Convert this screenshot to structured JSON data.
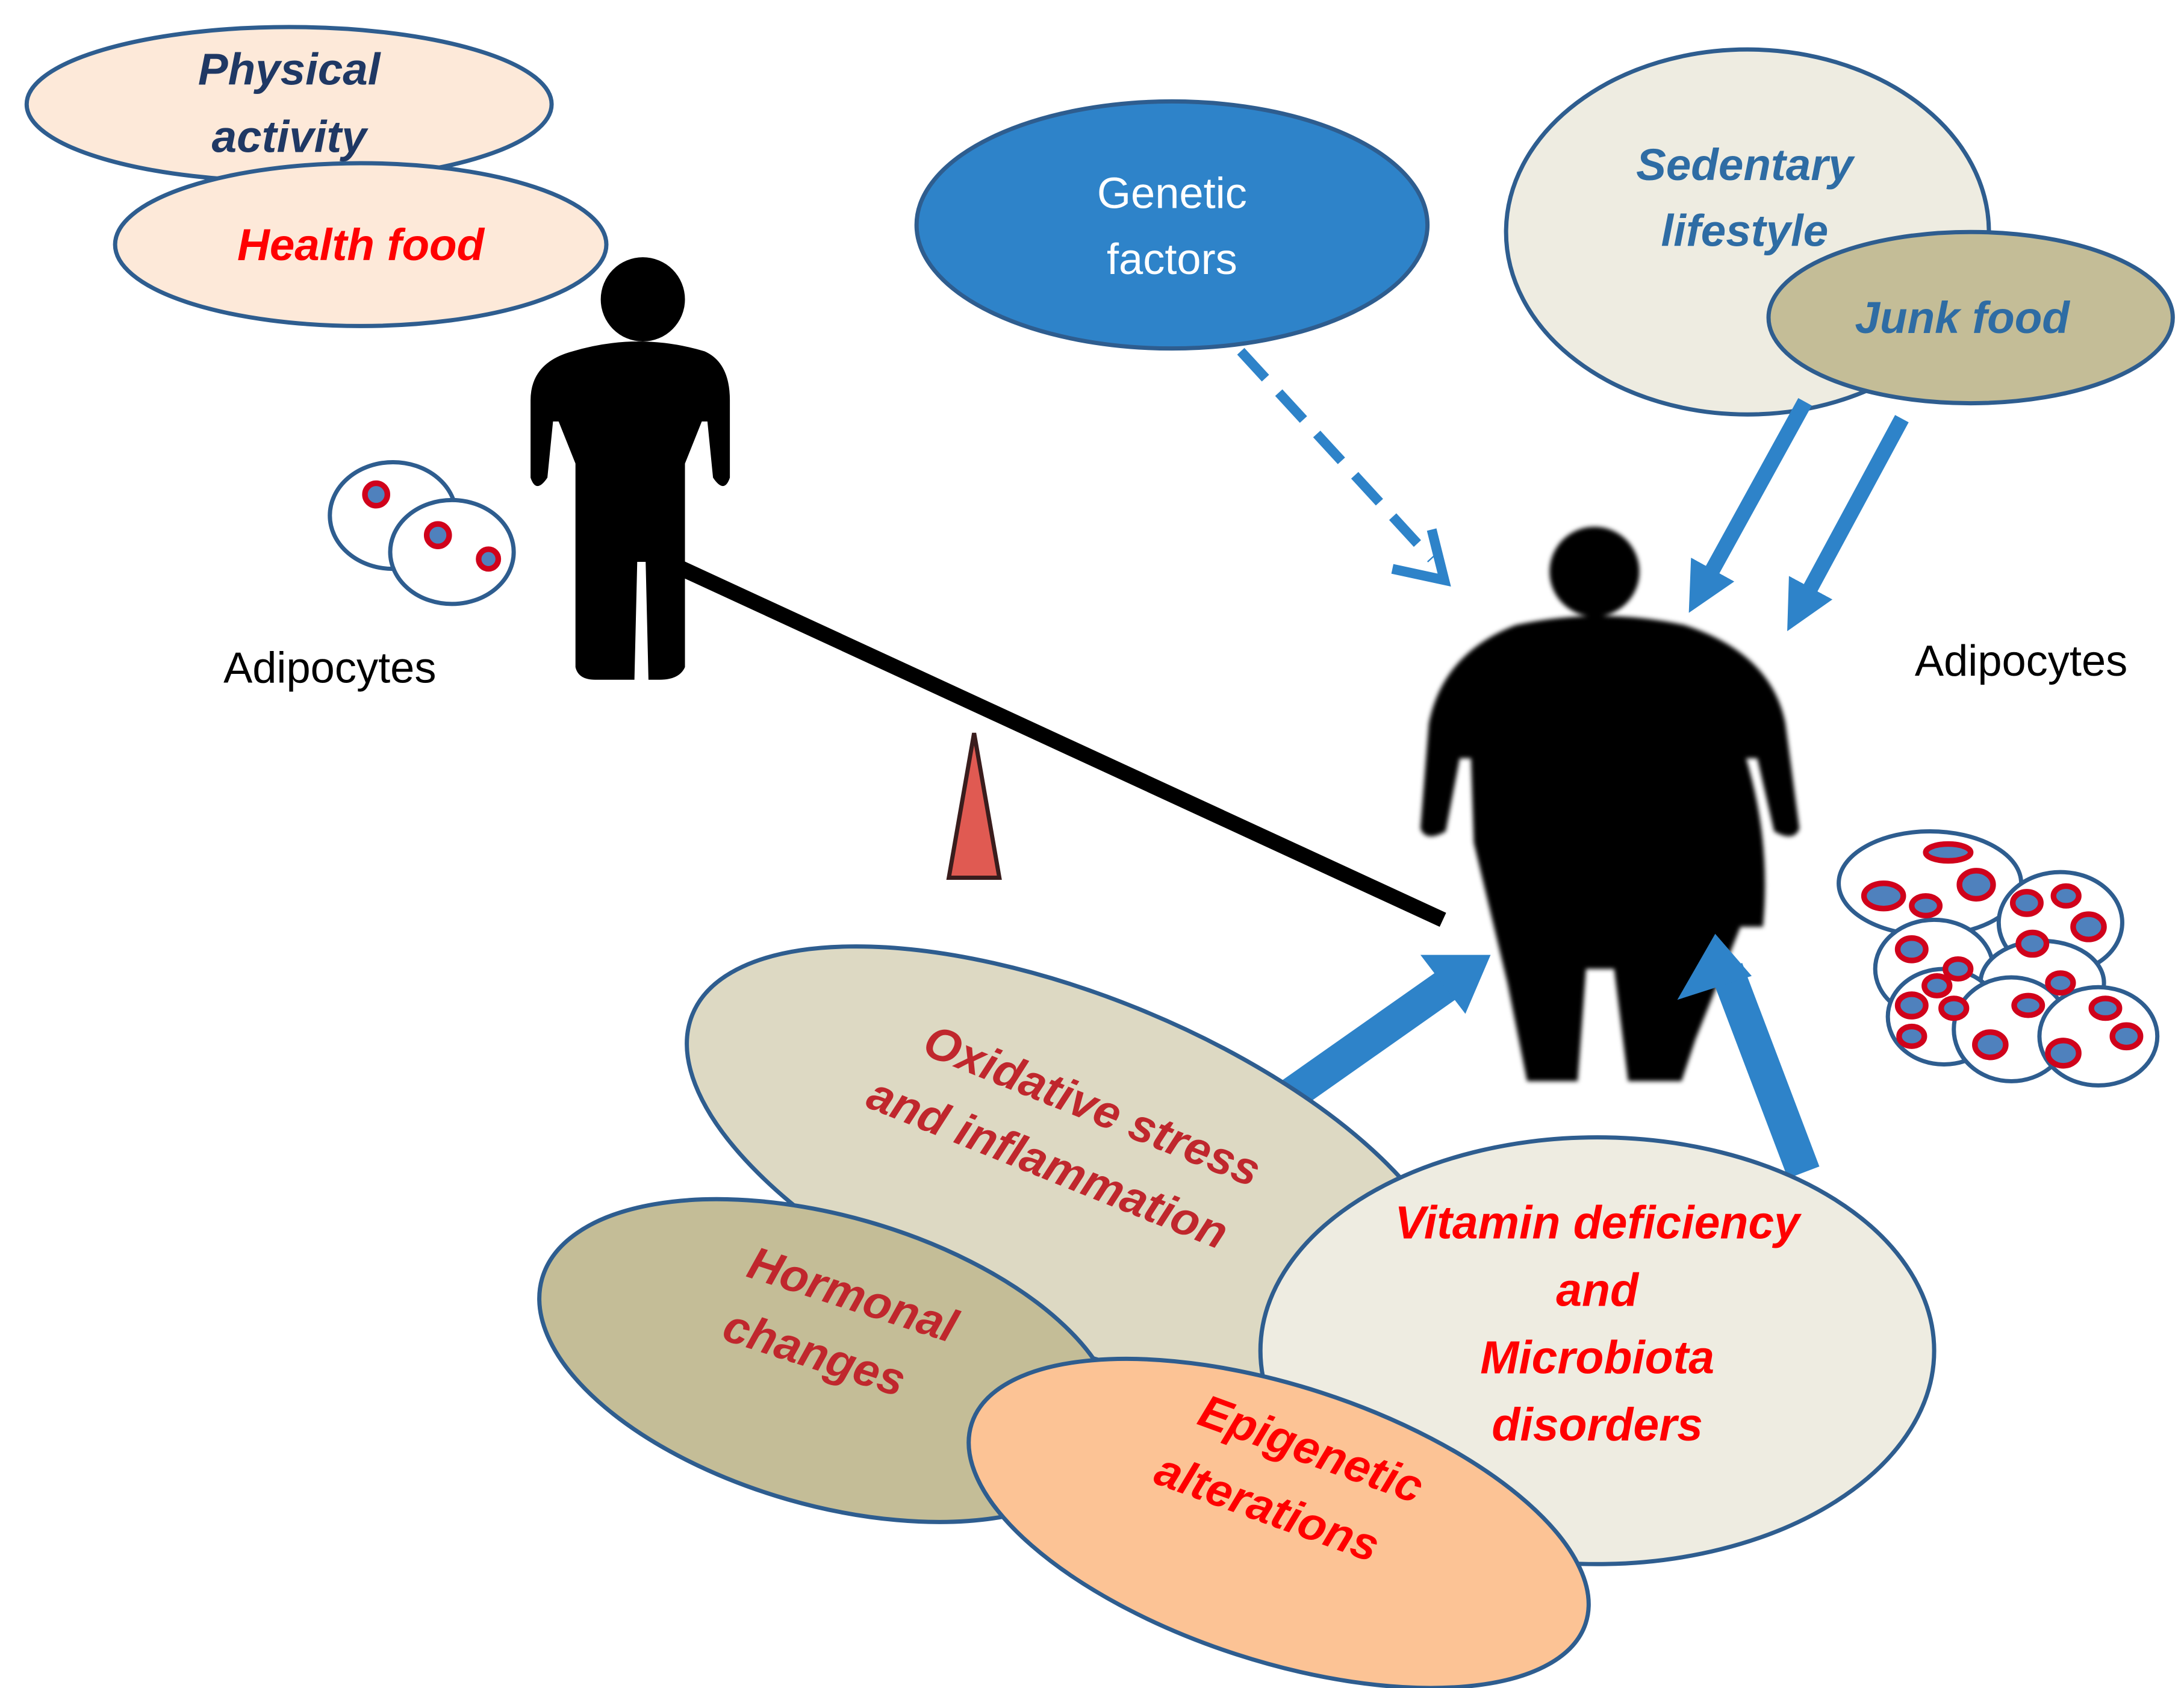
{
  "colors": {
    "dark_navy_text": "#1f3864",
    "red_text": "#ff0000",
    "dark_red_text": "#c0272d",
    "blue_text": "#2e6ca4",
    "arrow_blue": "#2e83c9",
    "outline_blue": "#2e5d8f",
    "genetic_fill": "#2e83c9",
    "peach_fill": "#fde9d9",
    "light_beige_fill": "#eeece1",
    "beige_fill": "#ddd9c3",
    "tan_fill": "#c4bd97",
    "orange_fill": "#fcc395",
    "fulcrum_fill": "#e05a52",
    "silhouette": "#000000",
    "adipocyte_nucleus_fill": "#4f81bd",
    "adipocyte_nucleus_ring": "#d0021b"
  },
  "left_factors": {
    "physical_activity": [
      "Physical",
      "activity"
    ],
    "health_food": "Health food"
  },
  "genetic": [
    "Genetic",
    "factors"
  ],
  "right_factors": {
    "sedentary": [
      "Sedentary",
      "lifestyle"
    ],
    "junk_food": "Junk food"
  },
  "labels": {
    "adipocytes_left": "Adipocytes",
    "adipocytes_right": "Adipocytes"
  },
  "bottom_factors": {
    "oxidative": [
      "Oxidative stress",
      "and inflammation"
    ],
    "hormonal": [
      "Hormonal",
      "changes"
    ],
    "epigenetic": [
      "Epigenetic",
      "alterations"
    ],
    "vitamin": [
      "Vitamin deficiency",
      "and",
      "Microbiota",
      "disorders"
    ]
  }
}
